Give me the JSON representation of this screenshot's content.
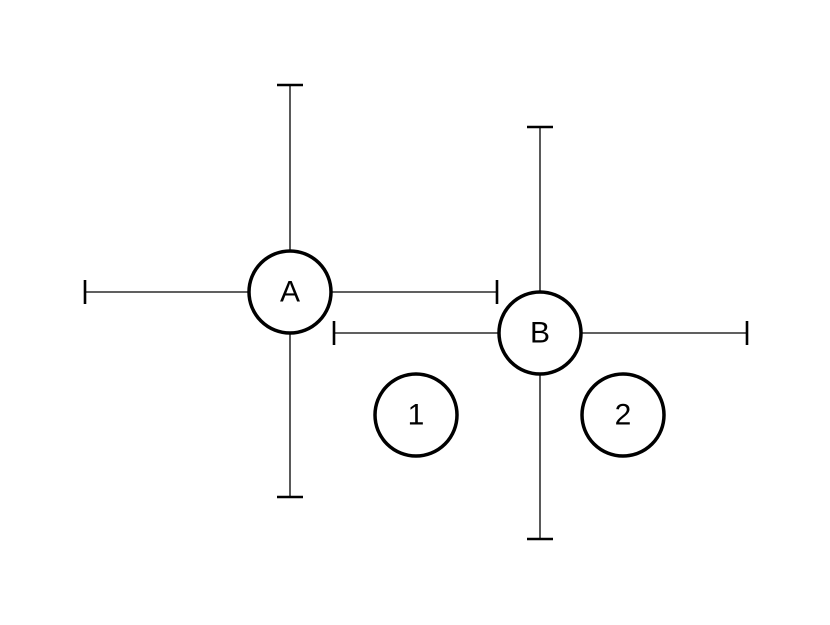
{
  "diagram": {
    "nodes": [
      {
        "id": "A",
        "label": "A",
        "type": "crosshair"
      },
      {
        "id": "B",
        "label": "B",
        "type": "crosshair"
      },
      {
        "id": "1",
        "label": "1",
        "type": "marker"
      },
      {
        "id": "2",
        "label": "2",
        "type": "marker"
      }
    ],
    "colors": {
      "stroke": "#000000",
      "background": "#ffffff"
    }
  }
}
